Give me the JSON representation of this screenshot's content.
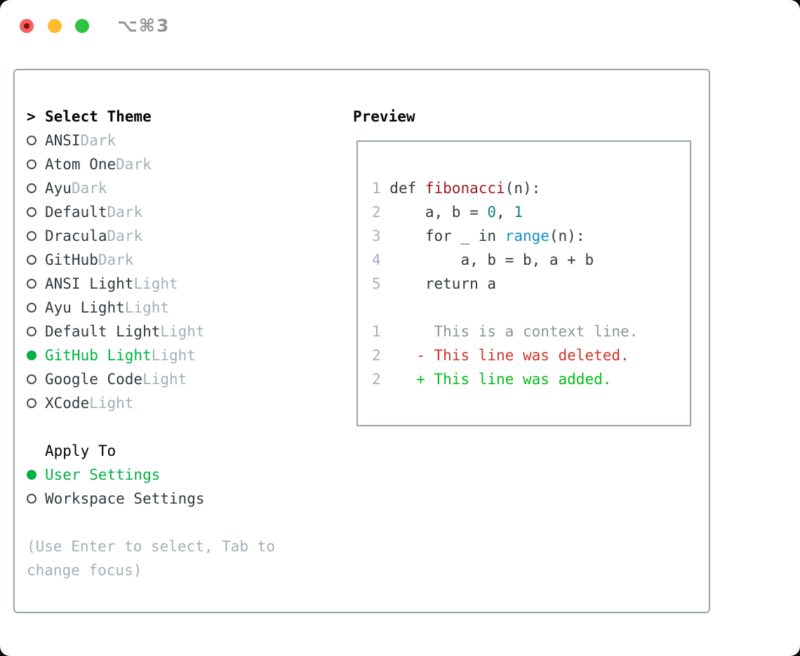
{
  "window": {
    "shortcut": "⌥⌘3",
    "traffic_lights": [
      {
        "name": "close",
        "color": "#f4605a"
      },
      {
        "name": "minimize",
        "color": "#fdbc2e"
      },
      {
        "name": "zoom",
        "color": "#2cc53e"
      }
    ]
  },
  "theme_panel": {
    "title_prefix": ">",
    "title": "Select Theme",
    "themes": [
      {
        "name": "ANSI",
        "variant": "Dark",
        "selected": false
      },
      {
        "name": "Atom One",
        "variant": "Dark",
        "selected": false
      },
      {
        "name": "Ayu",
        "variant": "Dark",
        "selected": false
      },
      {
        "name": "Default",
        "variant": "Dark",
        "selected": false
      },
      {
        "name": "Dracula",
        "variant": "Dark",
        "selected": false
      },
      {
        "name": "GitHub",
        "variant": "Dark",
        "selected": false
      },
      {
        "name": "ANSI Light",
        "variant": "Light",
        "selected": false
      },
      {
        "name": "Ayu Light",
        "variant": "Light",
        "selected": false
      },
      {
        "name": "Default Light",
        "variant": "Light",
        "selected": false
      },
      {
        "name": "GitHub Light",
        "variant": "Light",
        "selected": true
      },
      {
        "name": "Google Code",
        "variant": "Light",
        "selected": false
      },
      {
        "name": "XCode",
        "variant": "Light",
        "selected": false
      }
    ],
    "apply_to": {
      "title": "Apply To",
      "options": [
        {
          "label": "User Settings",
          "selected": true
        },
        {
          "label": "Workspace Settings",
          "selected": false
        }
      ]
    },
    "help_line1": "(Use Enter to select, Tab to",
    "help_line2": "change focus)"
  },
  "preview": {
    "title": "Preview",
    "lines": [
      {
        "num": "1",
        "tokens": [
          {
            "t": "code",
            "s": " def "
          },
          {
            "t": "fn",
            "s": "fibonacci"
          },
          {
            "t": "code",
            "s": "(n):"
          }
        ]
      },
      {
        "num": "2",
        "tokens": [
          {
            "t": "code",
            "s": "     a, b = "
          },
          {
            "t": "num",
            "s": "0"
          },
          {
            "t": "code",
            "s": ", "
          },
          {
            "t": "num",
            "s": "1"
          }
        ]
      },
      {
        "num": "3",
        "tokens": [
          {
            "t": "code",
            "s": "     for _ in "
          },
          {
            "t": "builtin",
            "s": "range"
          },
          {
            "t": "code",
            "s": "(n):"
          }
        ]
      },
      {
        "num": "4",
        "tokens": [
          {
            "t": "code",
            "s": "         a, b = b, a + b"
          }
        ]
      },
      {
        "num": "5",
        "tokens": [
          {
            "t": "code",
            "s": "     return a"
          }
        ]
      },
      {
        "num": "",
        "tokens": []
      },
      {
        "num": "1",
        "tokens": [
          {
            "t": "ctx",
            "s": "      This is a context line."
          }
        ]
      },
      {
        "num": "2",
        "tokens": [
          {
            "t": "del",
            "s": "    - This line was deleted."
          }
        ]
      },
      {
        "num": "2",
        "tokens": [
          {
            "t": "add",
            "s": "    + This line was added."
          }
        ]
      }
    ]
  },
  "colors": {
    "accent_green": "#00b140",
    "added_green": "#00bd17",
    "deleted_red": "#d13328",
    "function_red": "#9e1a1a",
    "number_teal": "#0a7f81",
    "builtin_blue": "#0e8fc3",
    "muted_gray": "#a6aeb9",
    "panel_border": "#9aa3ae"
  }
}
